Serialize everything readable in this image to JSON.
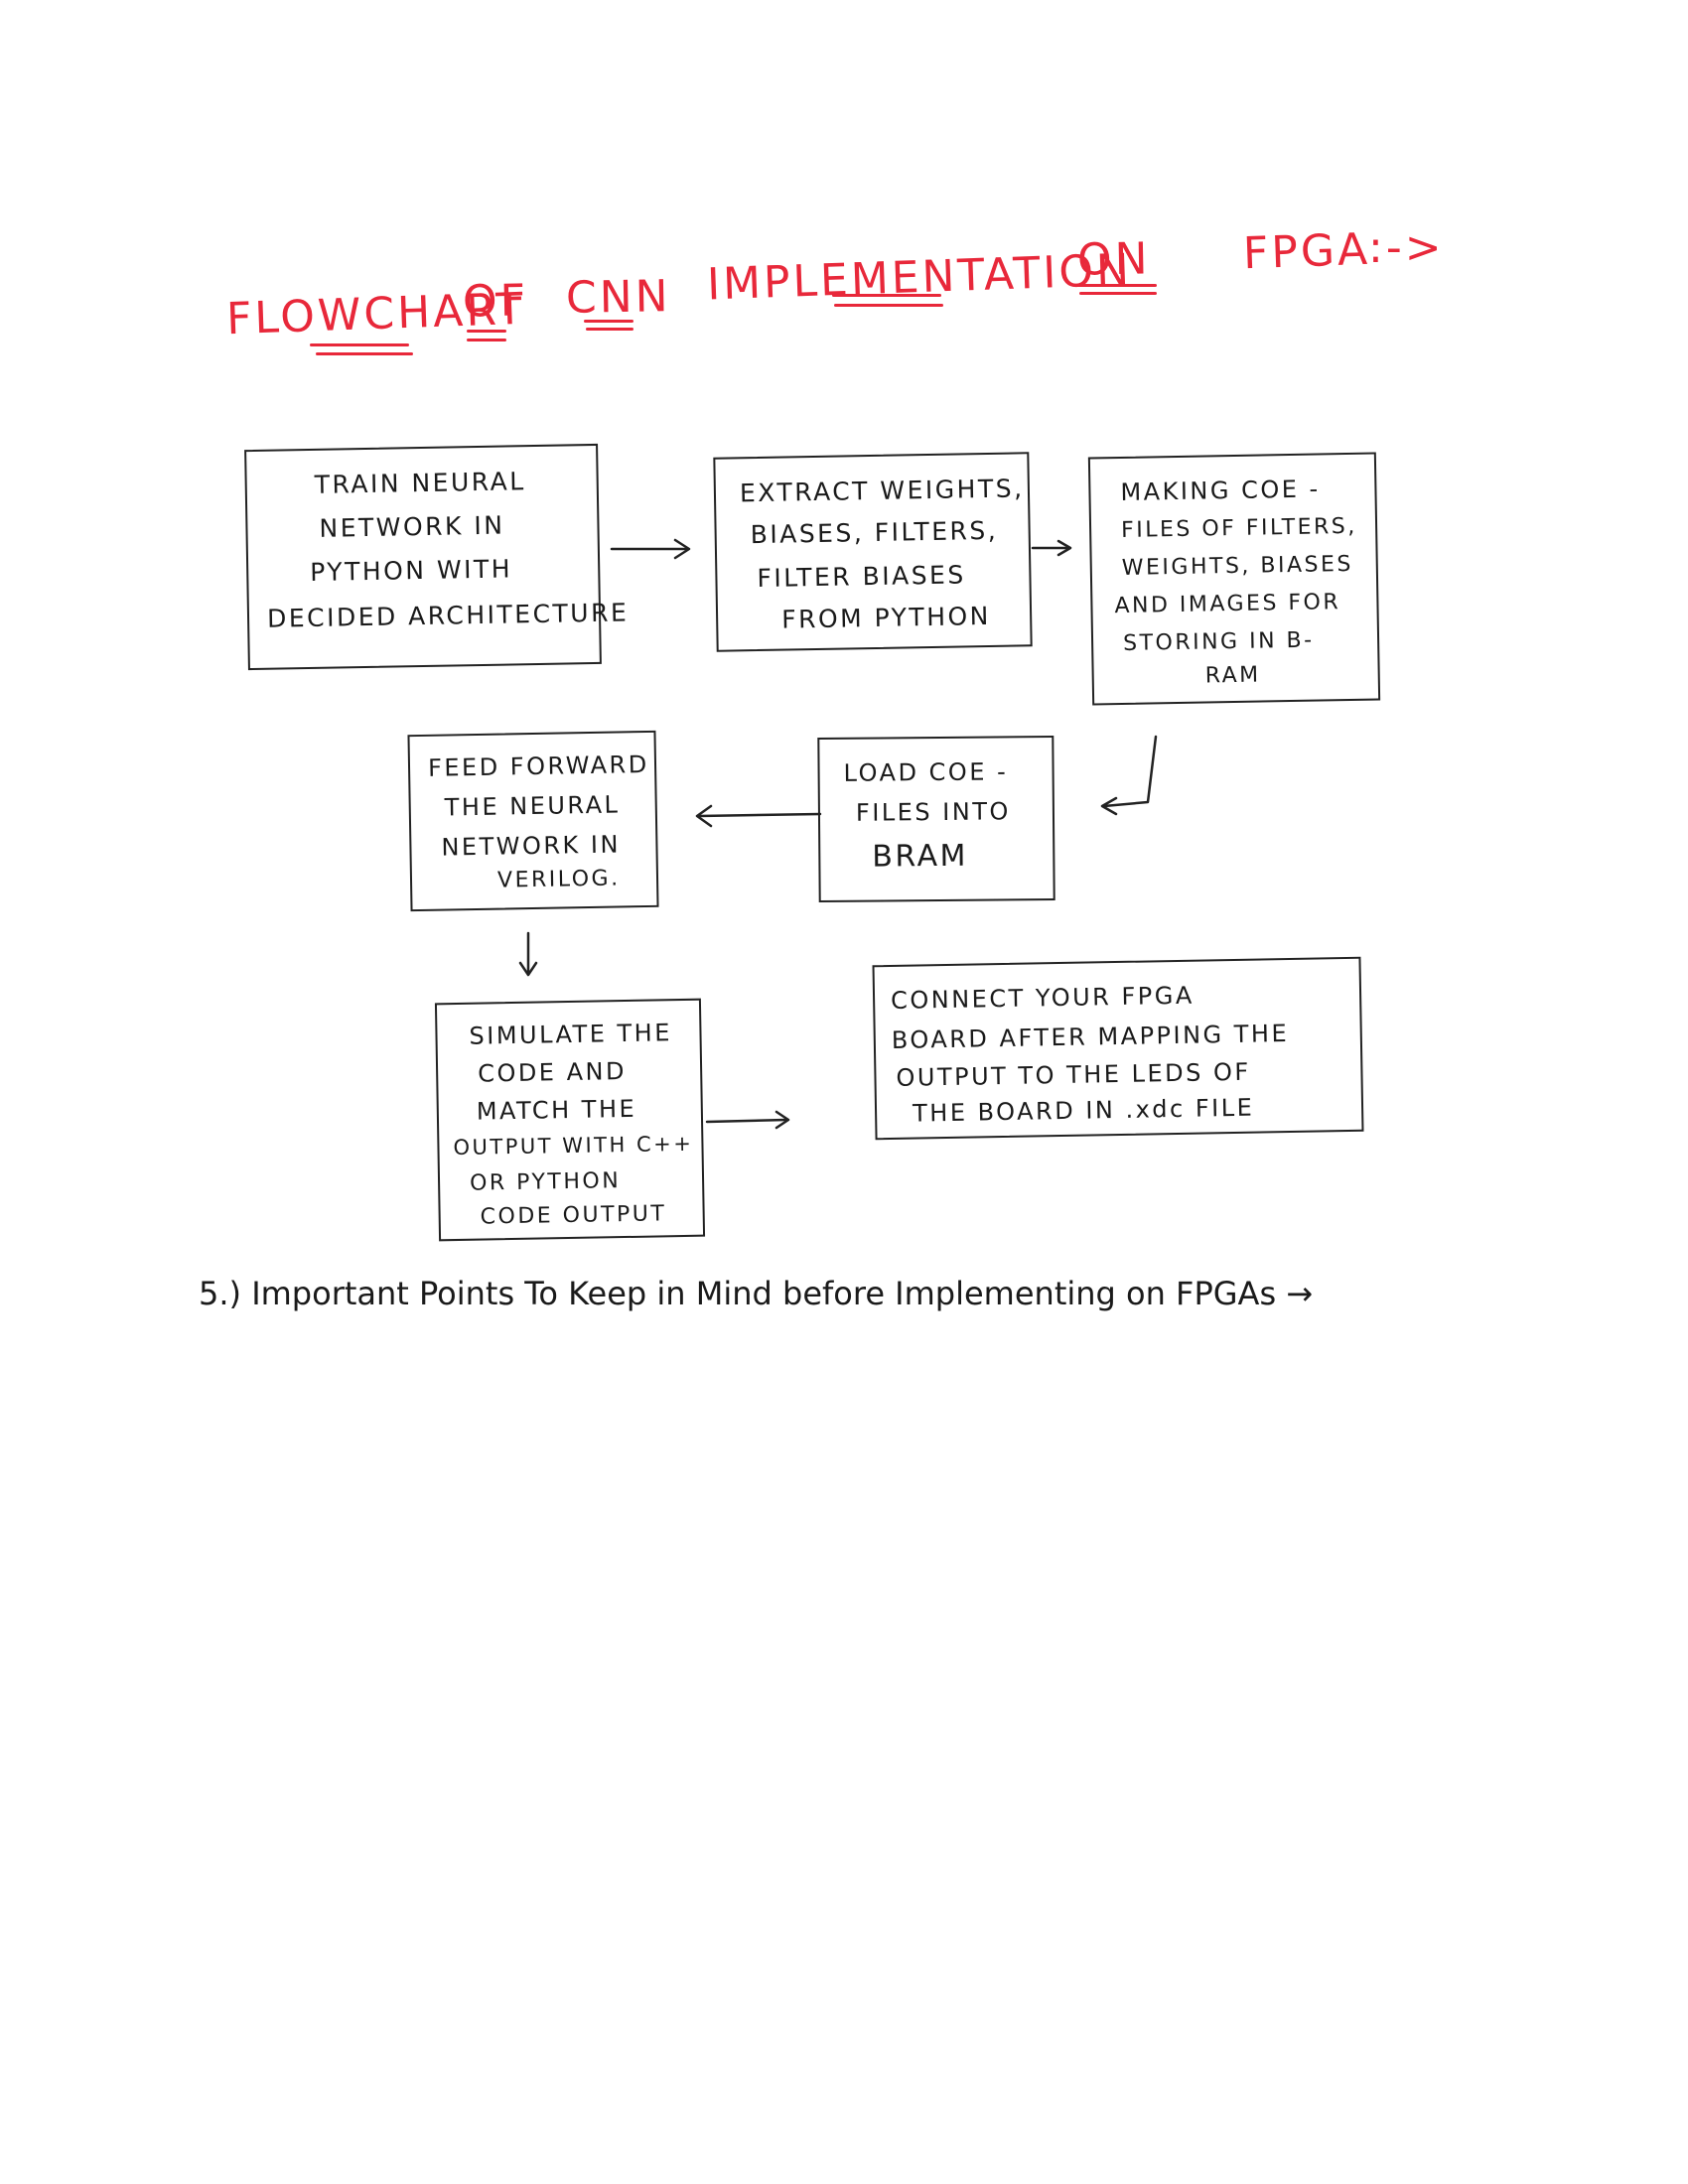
{
  "title": {
    "words": [
      "FLOWCHART",
      "OF",
      "CNN",
      "IMPLEMENTATION",
      "ON",
      "FPGA",
      ":->"
    ],
    "color": "#e8283a"
  },
  "flowchart": {
    "boxes": [
      {
        "id": "train",
        "lines": [
          "TRAIN NEURAL",
          "NETWORK IN",
          "PYTHON WITH",
          "DECIDED ARCHITECTURE"
        ]
      },
      {
        "id": "extract",
        "lines": [
          "EXTRACT WEIGHTS,",
          "BIASES, FILTERS,",
          "FILTER BIASES",
          "FROM PYTHON"
        ]
      },
      {
        "id": "coe",
        "lines": [
          "MAKING COE -",
          "FILES OF FILTERS,",
          "WEIGHTS, BIASES",
          "AND IMAGES FOR",
          "STORING IN B-",
          "RAM"
        ]
      },
      {
        "id": "load",
        "lines": [
          "LOAD COE -",
          "FILES INTO",
          "BRAM"
        ]
      },
      {
        "id": "feed",
        "lines": [
          "FEED FORWARD",
          "THE NEURAL",
          "NETWORK IN",
          "VERILOG."
        ]
      },
      {
        "id": "simulate",
        "lines": [
          "SIMULATE THE",
          "CODE AND",
          "MATCH THE",
          "OUTPUT WITH C++",
          "OR PYTHON",
          "CODE OUTPUT"
        ]
      },
      {
        "id": "connect",
        "lines": [
          "CONNECT YOUR FPGA",
          "BOARD AFTER MAPPING THE",
          "OUTPUT TO THE LEDS OF",
          "THE BOARD IN .xdc FILE"
        ]
      }
    ]
  },
  "section": {
    "heading": "5.) Important Points To Keep in Mind before Implementing on FPGAs →"
  }
}
